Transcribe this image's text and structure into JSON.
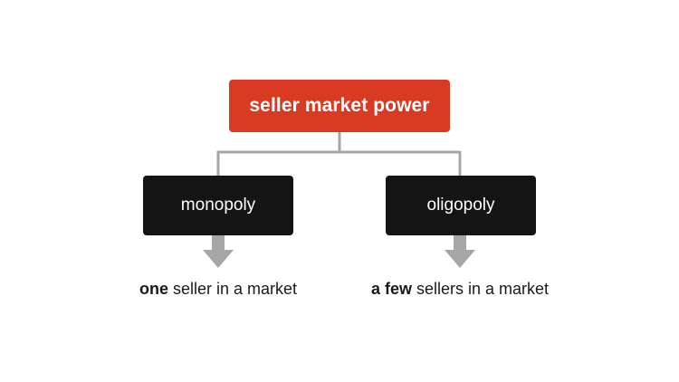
{
  "diagram": {
    "root": {
      "label": "seller market power",
      "color": "#d83a22"
    },
    "children": [
      {
        "label": "monopoly",
        "caption_bold": "one",
        "caption_rest": " seller in a market"
      },
      {
        "label": "oligopoly",
        "caption_bold": "a few",
        "caption_rest": " sellers in a market"
      }
    ],
    "colors": {
      "child_box": "#141414",
      "connector": "#a6a6a6",
      "arrow": "#a6a6a6",
      "text": "#1a1a1a"
    }
  }
}
